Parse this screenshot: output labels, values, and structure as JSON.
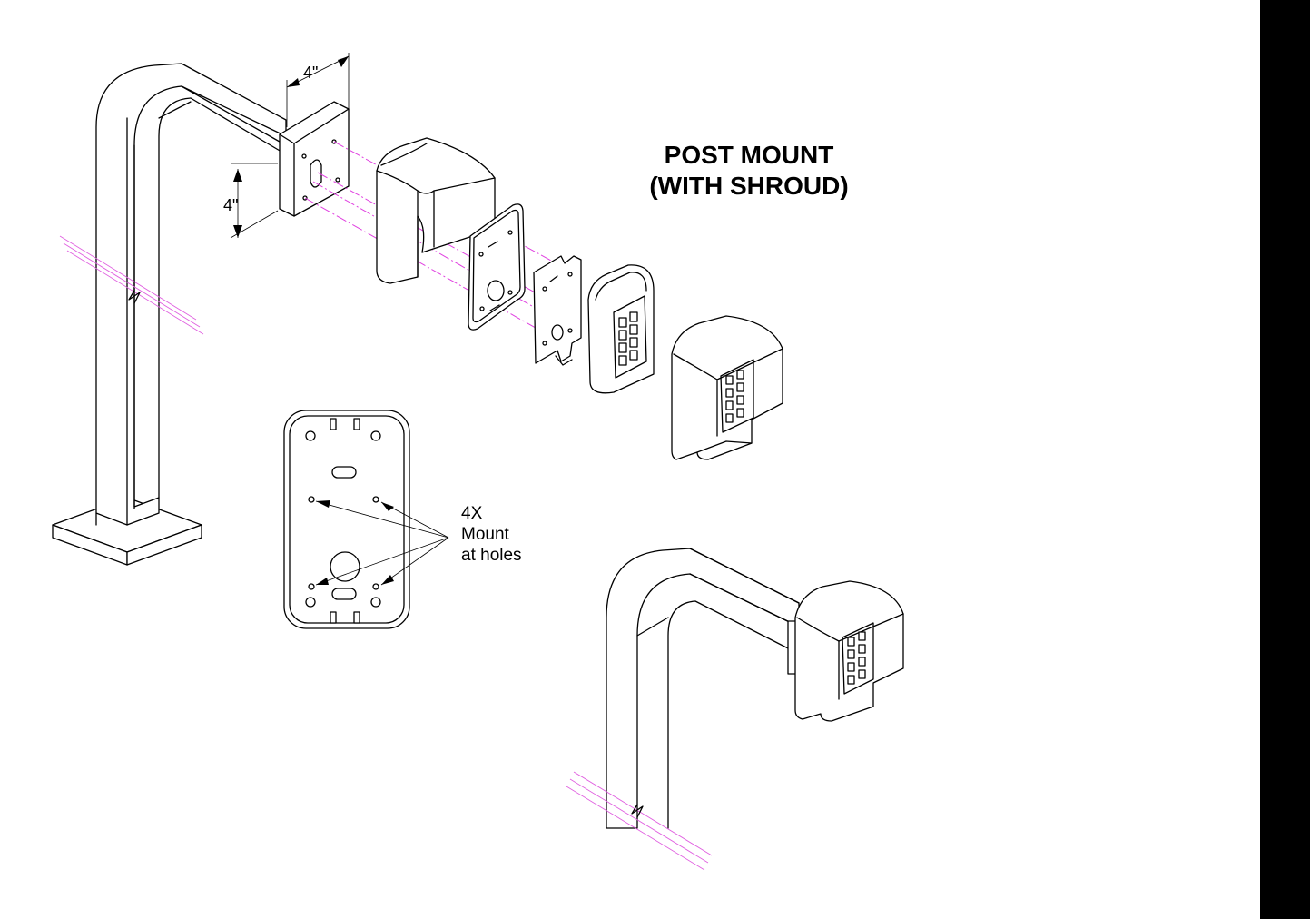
{
  "title": {
    "line1": "POST MOUNT",
    "line2": "(WITH SHROUD)"
  },
  "dimensions": {
    "plate_width": "4\"",
    "plate_height": "4\""
  },
  "callout": {
    "line1": "4X",
    "line2": "Mount",
    "line3": "at holes"
  },
  "colors": {
    "line": "#000000",
    "centerline": "#e040e0",
    "edge_bar": "#000000",
    "background": "#ffffff"
  }
}
